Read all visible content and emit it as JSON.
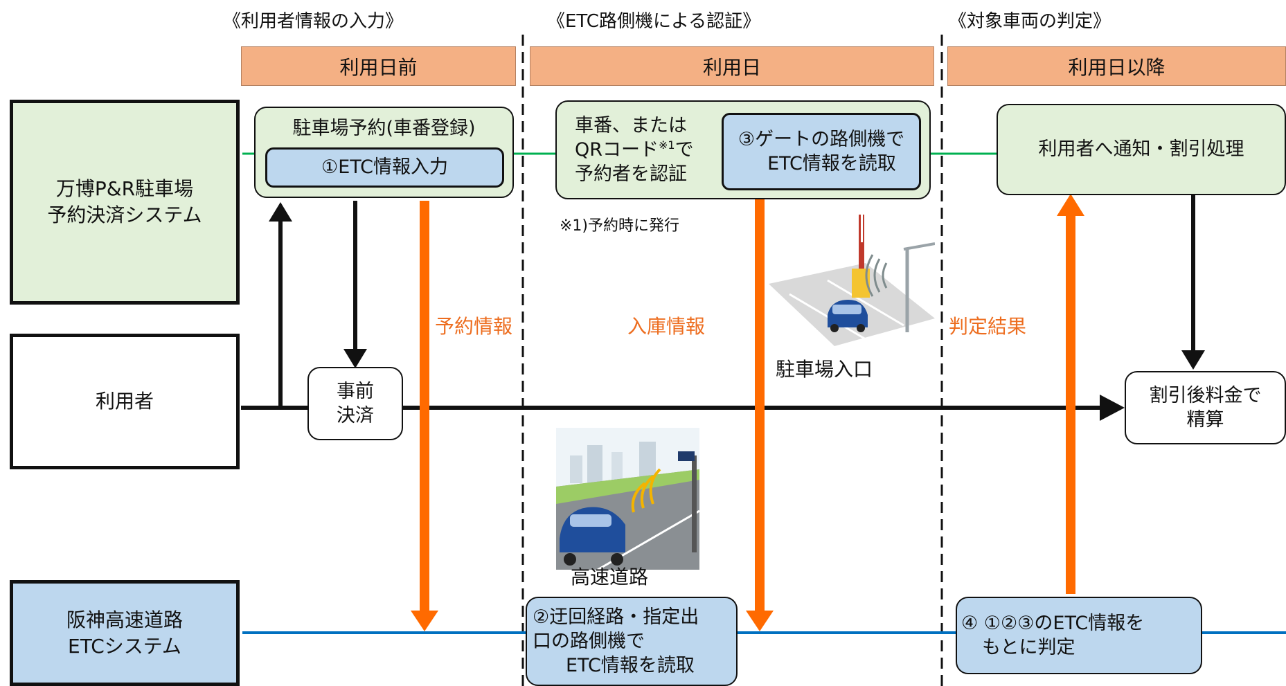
{
  "phases": [
    {
      "title": "《利用者情報の入力》",
      "header": "利用日前"
    },
    {
      "title": "《ETC路側機による認証》",
      "header": "利用日"
    },
    {
      "title": "《対象車両の判定》",
      "header": "利用日以降"
    }
  ],
  "actors": {
    "parking_system": [
      "万博P&R駐車場",
      "予約決済システム"
    ],
    "user": "利用者",
    "etc_system": [
      "阪神高速道路",
      "ETCシステム"
    ]
  },
  "boxes": {
    "reservation_title": "駐車場予約(車番登録)",
    "etc_input": "①ETC情報入力",
    "auth_left": [
      "車番、または",
      "QRコード",
      "※1",
      "で",
      "予約者を認証"
    ],
    "gate_read": [
      "③ゲートの路側機で",
      "ETC情報を読取"
    ],
    "notify": "利用者へ通知・割引処理",
    "prepay": [
      "事前",
      "決済"
    ],
    "settle": [
      "割引後料金で",
      "精算"
    ],
    "detour_read": [
      "②迂回経路・指定出",
      "口の路側機で",
      "ETC情報を読取"
    ],
    "judge": [
      "④ ①②③のETC情報を",
      "もとに判定"
    ]
  },
  "note": "※1)予約時に発行",
  "flow_labels": [
    "予約情報",
    "入庫情報",
    "判定結果"
  ],
  "captions": {
    "parking_entrance": "駐車場入口",
    "expressway": "高速道路"
  },
  "colors": {
    "header": "#f4b084",
    "green_box": "#e2f0d9",
    "blue_box": "#bdd7ee",
    "orange_arrow": "#ff6a00",
    "orange_text": "#ed6d1f",
    "green_line": "#00b050",
    "blue_line": "#0070c0"
  }
}
